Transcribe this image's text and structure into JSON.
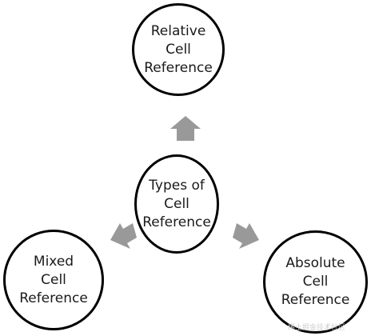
{
  "diagram": {
    "center": {
      "lines": [
        "Types of",
        "Cell",
        "Reference"
      ]
    },
    "top": {
      "lines": [
        "Relative",
        "Cell",
        "Reference"
      ]
    },
    "left": {
      "lines": [
        "Mixed",
        "Cell",
        "Reference"
      ]
    },
    "right": {
      "lines": [
        "Absolute",
        "Cell",
        "Reference"
      ]
    },
    "arrow_color": "#999999",
    "border_color": "#000000"
  },
  "watermark": "稀土掘金技术社区"
}
